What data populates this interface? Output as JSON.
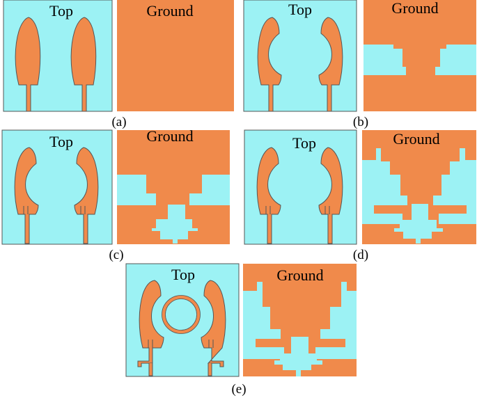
{
  "colors": {
    "substrate": "#9cf2f4",
    "copper": "#f08a4b",
    "outline": "#555555",
    "background": "#ffffff"
  },
  "labels": {
    "top": "Top",
    "ground": "Ground"
  },
  "panels": [
    {
      "caption": "(a)"
    },
    {
      "caption": "(b)"
    },
    {
      "caption": "(c)"
    },
    {
      "caption": "(d)"
    },
    {
      "caption": "(e)"
    }
  ]
}
